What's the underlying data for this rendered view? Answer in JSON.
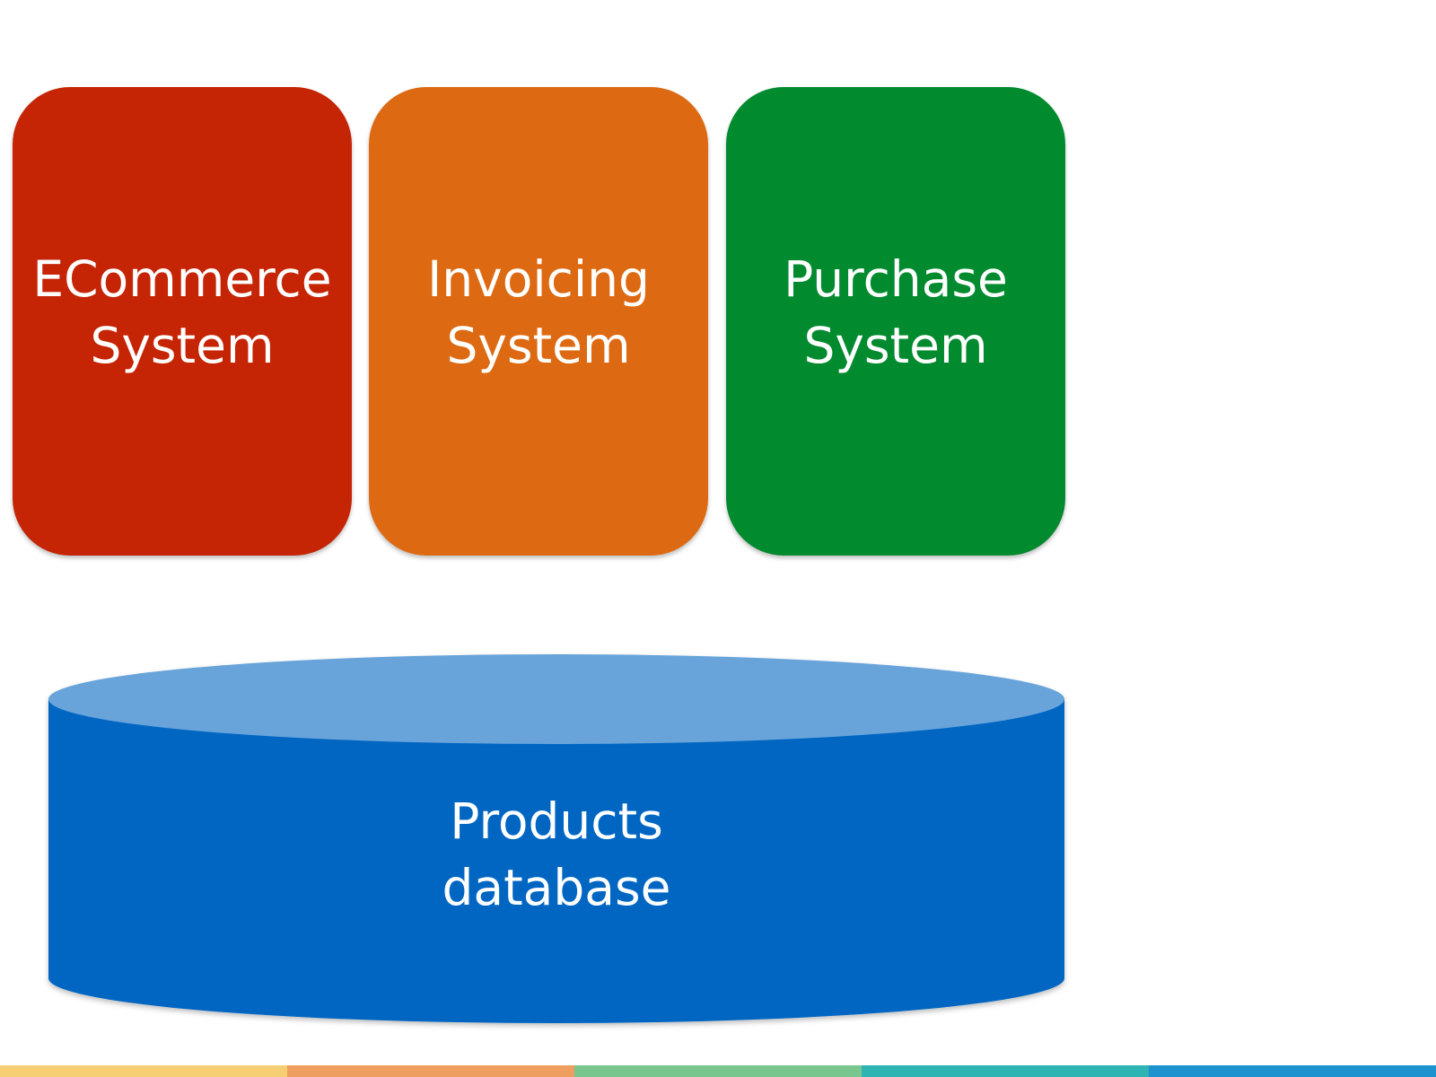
{
  "systems": [
    {
      "line1": "ECommerce",
      "line2": "System",
      "color": "#C52405"
    },
    {
      "line1": "Invoicing",
      "line2": "System",
      "color": "#DD6A12"
    },
    {
      "line1": "Purchase",
      "line2": "System",
      "color": "#028A2F"
    }
  ],
  "database": {
    "line1": "Products",
    "line2": "database",
    "body_color": "#0466C2",
    "top_color": "#68A4DA"
  },
  "footer_colors": [
    "#F6CF75",
    "#EE9E5E",
    "#79C68E",
    "#2DB4B3",
    "#1C93CF"
  ]
}
